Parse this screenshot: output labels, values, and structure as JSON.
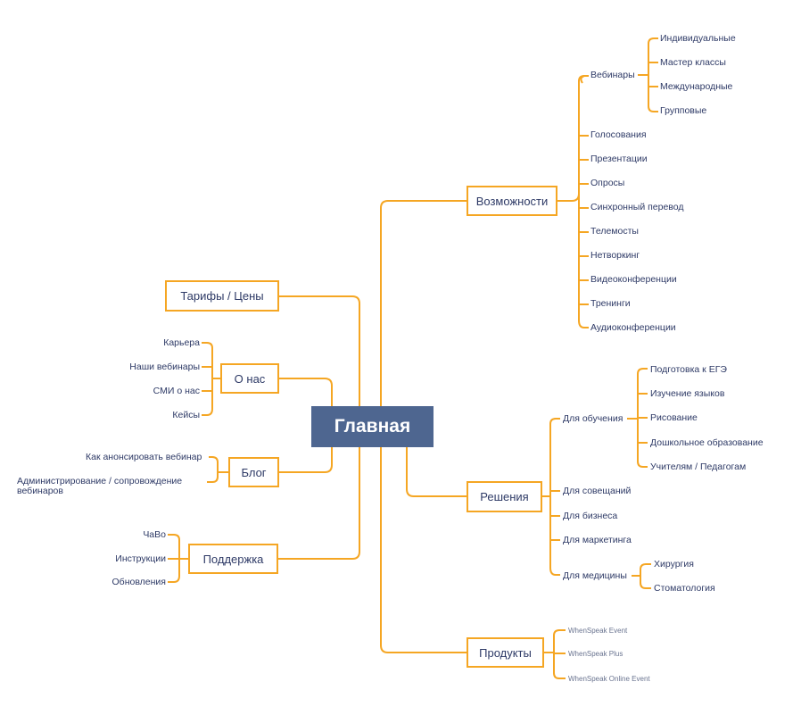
{
  "colors": {
    "accent": "#f5a623",
    "root_fill": "#4e6690",
    "text": "#2e3a66"
  },
  "root": "Главная",
  "branches": {
    "vozmozhnosti": {
      "label": "Возможности",
      "webinars": {
        "label": "Вебинары",
        "items": [
          "Индивидуальные",
          "Мастер классы",
          "Международные",
          "Групповые"
        ]
      },
      "items": [
        "Голосования",
        "Презентации",
        "Опросы",
        "Синхронный перевод",
        "Телемосты",
        "Нетворкинг",
        "Видеоконференции",
        "Тренинги",
        "Аудиоконференции"
      ]
    },
    "tarify": {
      "label": "Тарифы / Цены"
    },
    "onas": {
      "label": "О нас",
      "items": [
        "Карьера",
        "Наши вебинары",
        "СМИ о нас",
        "Кейсы"
      ]
    },
    "blog": {
      "label": "Блог",
      "items": [
        "Как анонсировать вебинар",
        "Администрирование / сопровождение вебинаров"
      ]
    },
    "podderzhka": {
      "label": "Поддержка",
      "items": [
        "ЧаВо",
        "Инструкции",
        "Обновления"
      ]
    },
    "resheniya": {
      "label": "Решения",
      "obuchenie": {
        "label": "Для обучения",
        "items": [
          "Подготовка к ЕГЭ",
          "Изучение языков",
          "Рисование",
          "Дошкольное образование",
          "Учителям / Педагогам"
        ]
      },
      "items": [
        "Для совещаний",
        "Для бизнеса",
        "Для маркетинга"
      ],
      "medicina": {
        "label": "Для медицины",
        "items": [
          "Хирургия",
          "Стоматология"
        ]
      }
    },
    "produkty": {
      "label": "Продукты",
      "items": [
        "WhenSpeak Event",
        "WhenSpeak Plus",
        "WhenSpeak Online Event"
      ]
    }
  }
}
